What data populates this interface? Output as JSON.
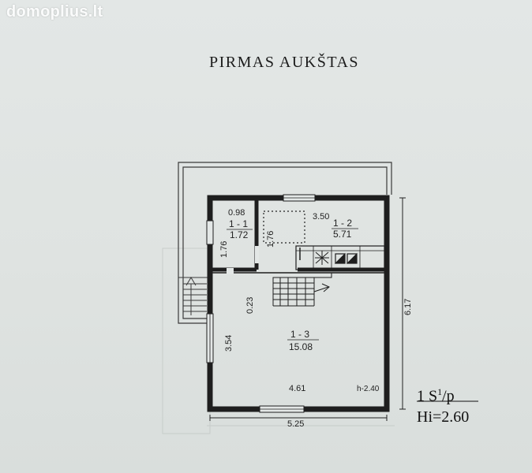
{
  "watermark": "domoplius.lt",
  "floor_title": "PIRMAS AUKŠTAS",
  "rooms": [
    {
      "id": "1 - 1",
      "area": "1.72"
    },
    {
      "id": "1 - 2",
      "area": "5.71"
    },
    {
      "id": "1 - 3",
      "area": "15.08"
    }
  ],
  "dimensions": {
    "d098": "0.98",
    "d350": "3.50",
    "d176a": "1.76",
    "d176b": "1.76",
    "d023": "0.23",
    "d354": "3.54",
    "d461": "4.61",
    "d617": "6.17",
    "d525": "5.25",
    "height_note": "h-2.40"
  },
  "legend": {
    "line1_pre": "1 S",
    "line1_sup": "1",
    "line1_post": "/p",
    "line2": "Hi=2.60"
  }
}
